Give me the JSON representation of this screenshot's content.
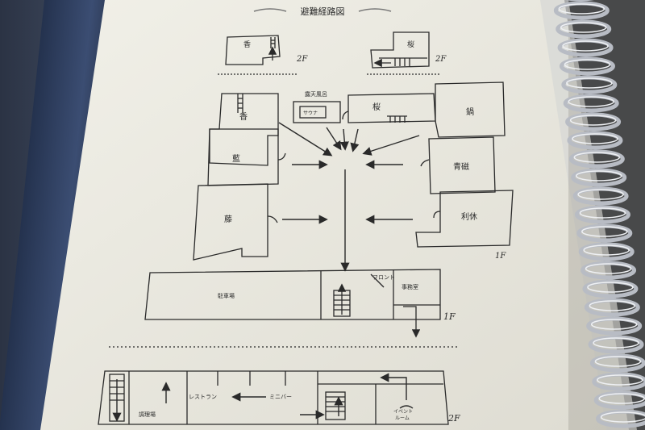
{
  "document": {
    "title": "避難経路図",
    "floor_labels": {
      "top_2f_left": "2F",
      "top_2f_right": "2F",
      "mid_1f": "1F",
      "lobby_1f": "1F",
      "bottom_2f": "2F"
    },
    "rooms": {
      "kou_small": "香",
      "sakura_small": "桜",
      "roten_buro": "露天風呂",
      "sauna": "サウナ",
      "kou": "香",
      "sakura": "桜",
      "nabe": "鍋",
      "ai": "藍",
      "aoji": "青磁",
      "fuji": "藤",
      "rikyu": "利休",
      "parking": "駐車場",
      "front": "フロント",
      "office": "事務室",
      "kitchen": "調理場",
      "restaurant": "レストラン",
      "minibar": "ミニバー",
      "event_room_1": "イベント",
      "event_room_2": "ルーム"
    }
  },
  "colors": {
    "paper": "#ecebe2",
    "ink": "#2a2a2a",
    "binder": "#3b4d72",
    "rings": "#b8bcc4"
  }
}
